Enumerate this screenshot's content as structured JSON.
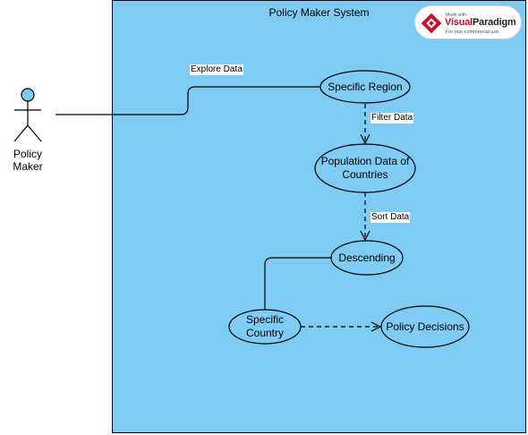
{
  "system": {
    "title": "Policy Maker System"
  },
  "badge": {
    "made_with": "Made with",
    "brand_a": "Visual",
    "brand_b": "Paradigm",
    "note": "For non-commercial use"
  },
  "actor": {
    "name_line1": "Policy",
    "name_line2": "Maker"
  },
  "use_cases": {
    "specific_region": "Specific Region",
    "population_data_line1": "Population Data of",
    "population_data_line2": "Countries",
    "descending": "Descending",
    "specific_country_line1": "Specific",
    "specific_country_line2": "Country",
    "policy_decisions": "Policy Decisions"
  },
  "edges": {
    "explore": "Explore Data",
    "filter": "Filter Data",
    "sort": "Sort Data"
  },
  "colors": {
    "system_fill": "#7ecbf3",
    "actor_fill": "#7ecbf3",
    "usecase_fill": "#7ecbf3",
    "line": "#000000"
  }
}
